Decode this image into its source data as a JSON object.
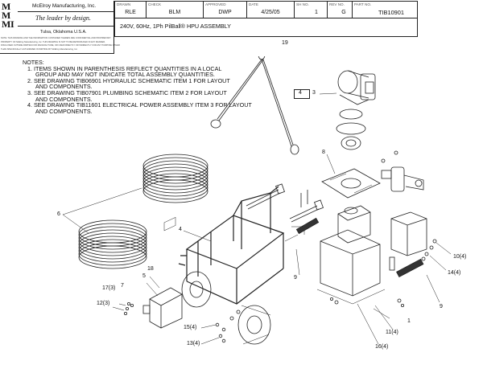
{
  "title_block": {
    "logo_letters": [
      "M",
      "M",
      "M",
      "I"
    ],
    "company": "McElroy Manufacturing, Inc.",
    "tagline": "The leader by design.",
    "location": "Tulsa, Oklahoma U.S.A.",
    "drawn_caption": "DRAWN",
    "drawn_value": "RLE",
    "check_caption": "CHECK",
    "check_value": "BLM",
    "approved_caption": "APPROVED",
    "approved_value": "DWP",
    "date_caption": "DATE",
    "date_value": "4/25/05",
    "sheet_caption": "SH NO.",
    "sheet_value": "1",
    "rev_caption": "REV NO.",
    "rev_value": "G",
    "part_caption": "PART NO.",
    "part_value": "TIB10901",
    "description": "240V, 60Hz, 1Ph PilBall® HPU ASSEMBLY",
    "proprietary": [
      "NOTE: THIS DRAWING AND THE INFORMATION CONTAINED THEREIN ARE CONFIDENTIAL AND PROPRIETARY",
      "PROPERTY OF McElroy Manufacturing, Inc. THIS DRAWING IS NOT TO BE REPRODUCED IN ANY MANNER,",
      "DISCLOSED OUTSIDE PARTIES FOR MANUFACTURE, OR USED DIRECTLY OR INDIRECTLY FOR ANY PURPOSE OTHER",
      "THAN SPECIFICALLY AUTHORIZED IN WRITING BY McElroy Manufacturing, Inc."
    ]
  },
  "notes": {
    "heading": "NOTES:",
    "lines": [
      "1. ITEMS SHOWN IN PARENTHESIS REFLECT QUANTITIES IN A LOCAL",
      "GROUP AND MAY NOT INDICATE TOTAL ASSEMBLY QUANTITIES.",
      "2. SEE DRAWING TIB06901 HYDRAULIC SCHEMATIC ITEM 1 FOR LAYOUT",
      "AND COMPONENTS.",
      "3. SEE DRAWING TIB07901 PLUMBING SCHEMATIC ITEM 2 FOR LAYOUT",
      "AND COMPONENTS.",
      "4. SEE DRAWING TIB11601 ELECTRICAL POWER ASSEMBLY ITEM 3 FOR LAYOUT",
      "AND COMPONENTS."
    ]
  },
  "callouts": {
    "c19": "19",
    "c4box": "4",
    "c3": "3",
    "c8": "8",
    "c6": "6",
    "c4": "4",
    "c9a": "9",
    "c18": "18",
    "c5": "5",
    "c17": "17(3)",
    "c7": "7",
    "c12": "12(3)",
    "c15": "15(4)",
    "c13": "13(4)",
    "c16": "16(4)",
    "c11": "11(4)",
    "c1": "1",
    "c9b": "9",
    "c10": "10(4)",
    "c14": "14(4)"
  }
}
